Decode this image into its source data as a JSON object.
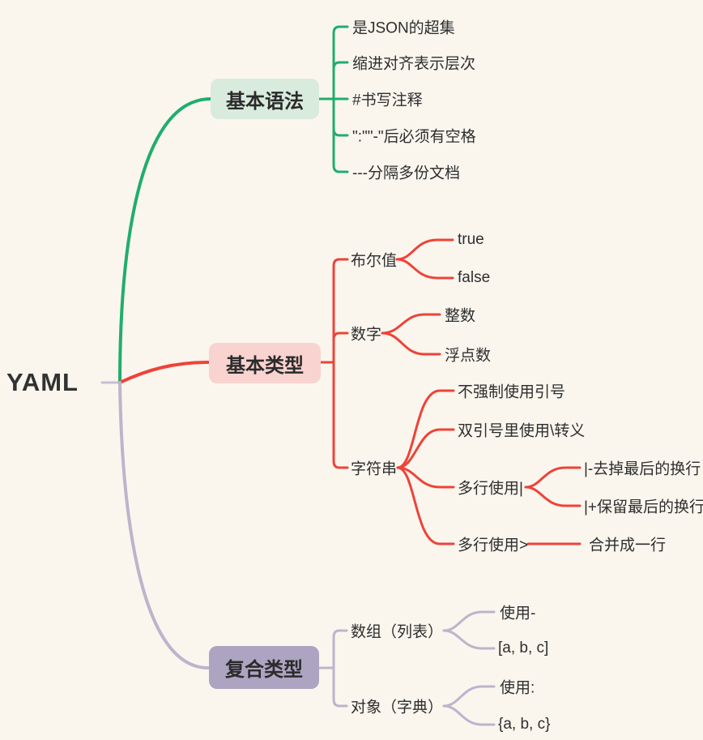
{
  "map": {
    "root_label": "YAML",
    "branches": [
      {
        "label": "基本语法",
        "line_color": "#21ad6d",
        "box_bg": "#d9ebdd",
        "children": [
          {
            "label": "是JSON的超集"
          },
          {
            "label": "缩进对齐表示层次"
          },
          {
            "label": "#书写注释"
          },
          {
            "label": "\":\"\"-\"后必须有空格"
          },
          {
            "label": "---分隔多份文档"
          }
        ]
      },
      {
        "label": "基本类型",
        "line_color": "#ee4338",
        "box_bg": "#f8d3d0",
        "children": [
          {
            "label": "布尔值",
            "children": [
              {
                "label": "true"
              },
              {
                "label": "false"
              }
            ]
          },
          {
            "label": "数字",
            "children": [
              {
                "label": "整数"
              },
              {
                "label": "浮点数"
              }
            ]
          },
          {
            "label": "字符串",
            "children": [
              {
                "label": "不强制使用引号"
              },
              {
                "label": "双引号里使用\\转义"
              },
              {
                "label": "多行使用|",
                "children": [
                  {
                    "label": "|-去掉最后的换行"
                  },
                  {
                    "label": "|+保留最后的换行"
                  }
                ]
              },
              {
                "label": "多行使用>",
                "children": [
                  {
                    "label": "合并成一行"
                  }
                ]
              }
            ]
          }
        ]
      },
      {
        "label": "复合类型",
        "line_color": "#bdb4cc",
        "box_bg": "#ada4c1",
        "children": [
          {
            "label": "数组（列表）",
            "children": [
              {
                "label": "使用-"
              },
              {
                "label": "[a, b, c]"
              }
            ]
          },
          {
            "label": "对象（字典）",
            "children": [
              {
                "label": "使用:"
              },
              {
                "label": "{a, b, c}"
              }
            ]
          }
        ]
      }
    ]
  },
  "palette": {
    "background": "#faf6ee",
    "green_line": "#21ad6d",
    "green_box_bg": "#d9ebdd",
    "red_line": "#ee4338",
    "red_box_bg": "#f8d3d0",
    "purple_line": "#bdb4cc",
    "purple_box_bg": "#ada4c1",
    "root_stub": "#c7c0d2",
    "text": "#2e2e2e"
  }
}
